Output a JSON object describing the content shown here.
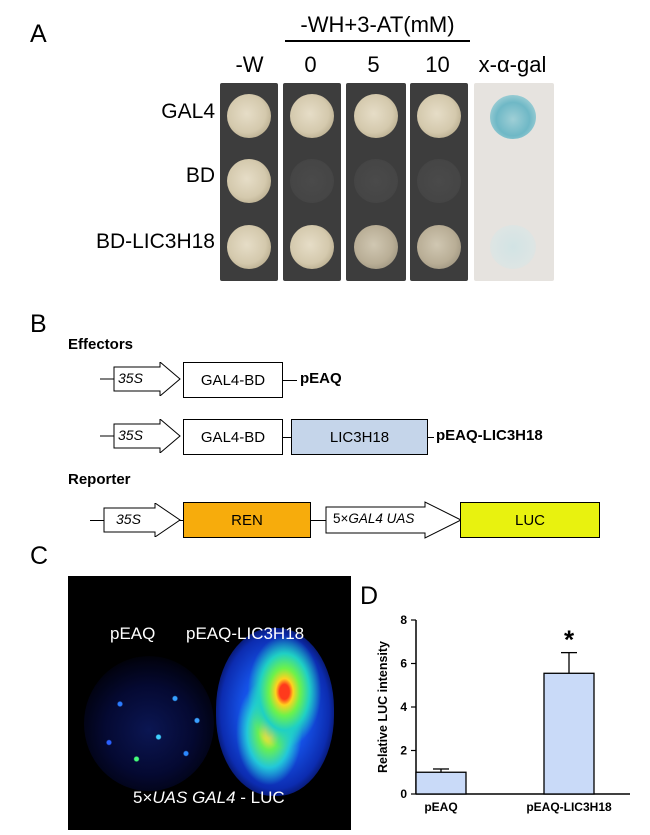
{
  "panelA": {
    "label": "A",
    "group_header": "-WH+3-AT(mM)",
    "columns": [
      "-W",
      "0",
      "5",
      "10",
      "x-α-gal"
    ],
    "rows": [
      "GAL4",
      "BD",
      "BD-LIC3H18"
    ]
  },
  "panelB": {
    "label": "B",
    "effectors_title": "Effectors",
    "reporter_title": "Reporter",
    "promoter": "35S",
    "bd": "GAL4-BD",
    "construct1": "pEAQ",
    "gene": "LIC3H18",
    "construct2": "pEAQ-LIC3H18",
    "ren": "REN",
    "uas_prefix": "5×",
    "uas_italic": "GAL4 UAS",
    "luc": "LUC"
  },
  "panelC": {
    "label": "C",
    "left_label": "pEAQ",
    "right_label": "pEAQ-LIC3H18",
    "bottom_prefix": "5×",
    "bottom_italic": "UAS GAL4",
    "bottom_suffix": " - LUC"
  },
  "panelD": {
    "label": "D",
    "significance": "*"
  },
  "chart_data": {
    "type": "bar",
    "categories": [
      "pEAQ",
      "pEAQ-LIC3H18"
    ],
    "values": [
      1.0,
      5.55
    ],
    "errors": [
      0.15,
      0.95
    ],
    "ylabel": "Relative LUC intensity",
    "xlabel": "",
    "ylim": [
      0,
      8
    ],
    "yticks": [
      0,
      2,
      4,
      6,
      8
    ],
    "bar_color": "#c9daf8",
    "grid": false
  }
}
